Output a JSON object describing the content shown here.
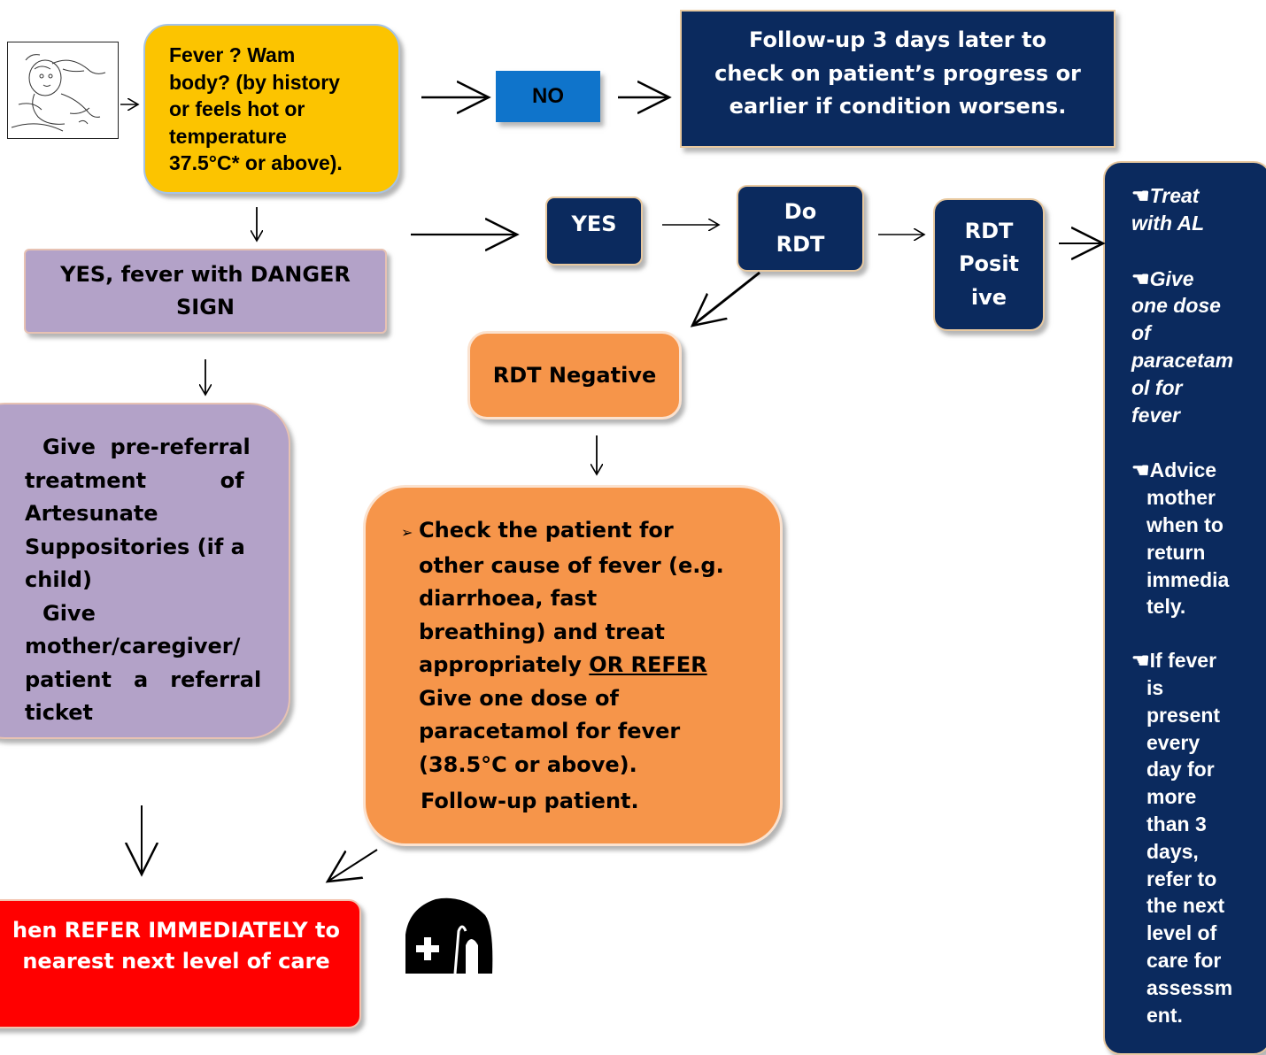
{
  "fever_box": {
    "lines": [
      "Fever ? Wam",
      "body? (by history",
      "or feels hot or",
      "temperature",
      "37.5°C* or above)."
    ]
  },
  "no_label": "NO",
  "followup_box": {
    "lines": [
      "Follow-up 3 days later to",
      "check on patient’s progress or",
      "earlier if condition worsens."
    ]
  },
  "yes_label": "YES",
  "do_rdt": {
    "lines": [
      "Do",
      "RDT"
    ]
  },
  "rdt_positive": {
    "lines": [
      "RDT",
      "Posit",
      "ive"
    ]
  },
  "danger_box": {
    "lines": [
      "YES, fever with DANGER",
      "SIGN"
    ]
  },
  "rdt_negative": "RDT Negative",
  "prereferral_box": {
    "bullet_glyph": "",
    "items": [
      {
        "lines": [
          "Give  pre-referral",
          "treatment          of",
          "Artesunate",
          "Suppositories (if a",
          "child)"
        ]
      },
      {
        "lines": [
          "Give",
          "mother/caregiver/",
          "patient   a   referral",
          "ticket"
        ]
      }
    ]
  },
  "negative_actions": {
    "item1_bullet": "➢",
    "item1_lines": [
      "Check the patient for",
      "other cause of fever (e.g.",
      "diarrhoea, fast",
      "breathing) and treat"
    ],
    "item1_last_plain": "appropriately ",
    "item1_last_underlined": "OR REFER",
    "item2_bullet": "",
    "item2_lines": [
      "Give one dose of",
      "paracetamol for fever",
      "(38.5°C or above)."
    ],
    "item3_bullet": "",
    "item3_text": "Follow-up patient."
  },
  "refer_box": {
    "lines": [
      "hen REFER IMMEDIATELY to",
      "nearest next level of care"
    ]
  },
  "treatment_box": {
    "hand": "☚",
    "treat": [
      "Treat",
      "with AL"
    ],
    "paracetamol": [
      "Give",
      "one dose",
      "of",
      "paracetam",
      "ol for",
      "fever"
    ],
    "advice": [
      "Advice",
      "mother",
      "when to",
      "return",
      "immedia",
      "tely."
    ],
    "fever_persist": [
      "If fever",
      "is",
      "present",
      "every",
      "day for",
      "more",
      "than 3",
      "days,",
      "refer to",
      "the next",
      "level of",
      "care for",
      "assessm",
      "ent."
    ]
  },
  "colors": {
    "yellow": "#fcc400",
    "blue": "#0f74cb",
    "navy": "#0b2a5e",
    "purple": "#b3a2c8",
    "orange": "#f6954a",
    "red": "#ff0000"
  }
}
